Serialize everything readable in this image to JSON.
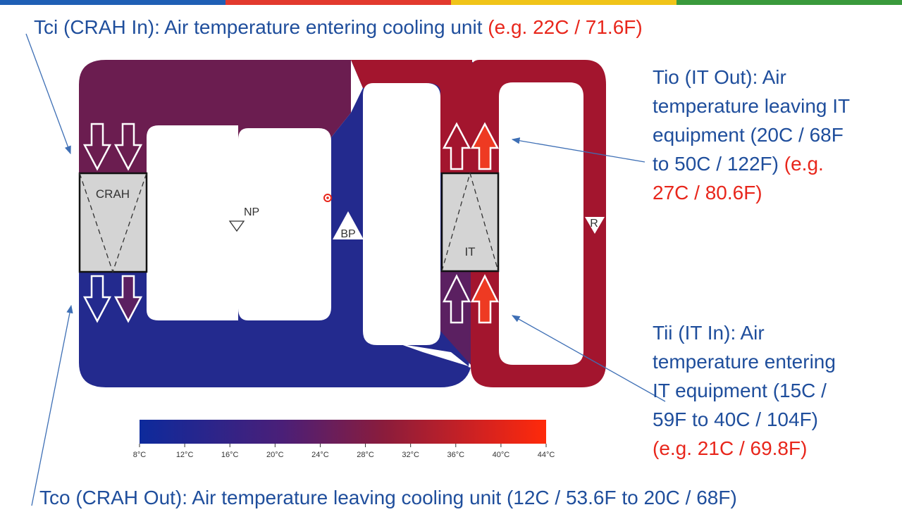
{
  "accent_bar_colors": [
    "#1f5fb5",
    "#e23a2e",
    "#f0c419",
    "#3a9a3c"
  ],
  "annotations": {
    "tci": {
      "text": "Tci (CRAH In): Air temperature entering cooling unit ",
      "example": "(e.g. 22C / 71.6F)"
    },
    "tio": {
      "lines": [
        "Tio (IT Out): Air",
        "temperature leaving IT",
        "equipment (20C / 68F",
        "to 50C / 122F) "
      ],
      "example_line4": "(e.g.",
      "example_line5": "27C / 80.6F)"
    },
    "tii": {
      "lines": [
        "Tii (IT In): Air",
        "temperature entering",
        "IT equipment (15C /",
        "59F to 40C / 104F)"
      ],
      "example": "(e.g. 21C / 69.8F)"
    },
    "tco": {
      "text": "Tco (CRAH Out): Air temperature leaving cooling unit (12C / 53.6F to 20C / 68F)"
    }
  },
  "diagram": {
    "crah_label": "CRAH",
    "it_label": "IT",
    "np_label": "NP",
    "bp_label": "BP",
    "r_label": "R",
    "colors": {
      "cold": "#232a8e",
      "warm_purple": "#6b1d50",
      "hot_red": "#a3152e",
      "mid_purple": "#5b2061",
      "unit_fill": "#d4d4d4",
      "arrow_orange": "#ee3a22"
    }
  },
  "colorbar": {
    "ticks": [
      "8°C",
      "12°C",
      "16°C",
      "20°C",
      "24°C",
      "28°C",
      "32°C",
      "36°C",
      "40°C",
      "44°C"
    ],
    "min_color": "#0d2a9c",
    "max_color": "#ff2a0a"
  }
}
